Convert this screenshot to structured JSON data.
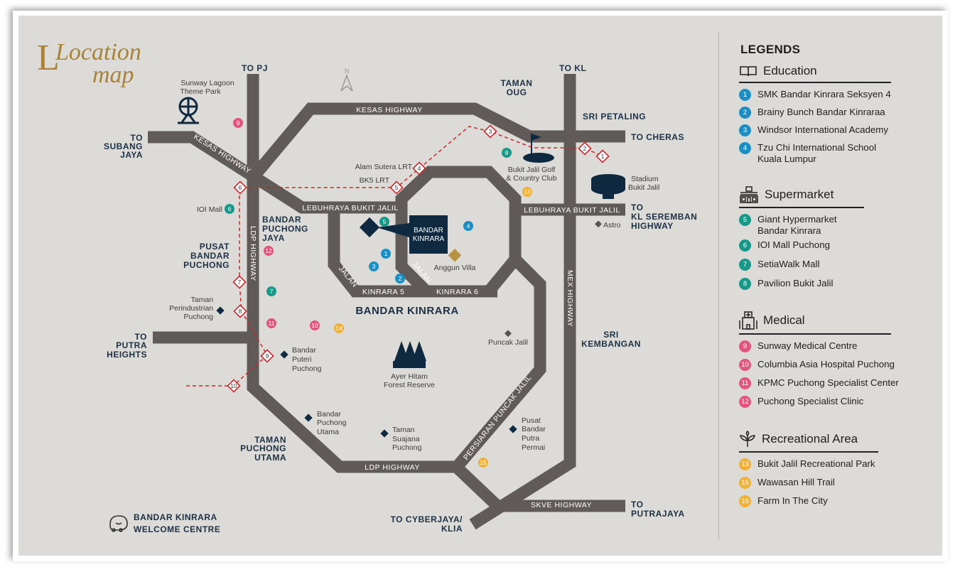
{
  "title": {
    "line1": "Location",
    "line2": "map"
  },
  "colors": {
    "education": "#1a8fc4",
    "supermarket": "#17998a",
    "medical": "#e3557f",
    "recreation": "#f2b134",
    "road": "#605b59",
    "lrt": "#d2232a",
    "navy": "#1b3146",
    "gold": "#a8833a"
  },
  "map": {
    "roads": {
      "kesas_top": "KESAS HIGHWAY",
      "kesas_diag": "KESAS HIGHWAY",
      "lebuhraya_left": "LEBUHRAYA BUKIT JALIL",
      "lebuhraya_right": "LEBUHRAYA BUKIT JALIL",
      "ldp_v": "LDP HIGHWAY",
      "ldp_h": "LDP HIGHWAY",
      "mex": "MEX HIGHWAY",
      "jalan1": "JALAN",
      "jalan2": "JALAN",
      "kinrara5": "KINRARA 5",
      "kinrara6": "KINRARA 6",
      "persiaran": "PERSIARAN PUNCAK JALIL",
      "skve": "SKVE HIGHWAY"
    },
    "areas": {
      "to_pj": [
        "TO PJ"
      ],
      "to_kl": [
        "TO KL"
      ],
      "taman_oug": [
        "TAMAN",
        "OUG"
      ],
      "sri_petaling": [
        "SRI PETALING"
      ],
      "to_cheras": [
        "TO CHERAS"
      ],
      "to_subang": [
        "TO",
        "SUBANG",
        "JAYA"
      ],
      "to_kl_seremban": [
        "TO",
        "KL SEREMBAN",
        "HIGHWAY"
      ],
      "bandar_puchong_jaya": [
        "BANDAR",
        "PUCHONG",
        "JAYA"
      ],
      "pusat_bandar_puchong": [
        "PUSAT",
        "BANDAR",
        "PUCHONG"
      ],
      "bandar_kinrara": [
        "BANDAR KINRARA"
      ],
      "to_putra_heights": [
        "TO",
        "PUTRA",
        "HEIGHTS"
      ],
      "sri_kembangan": [
        "SRI",
        "KEMBANGAN"
      ],
      "taman_puchong_utama": [
        "TAMAN",
        "PUCHONG",
        "UTAMA"
      ],
      "to_cyberjaya": [
        "TO CYBERJAYA/",
        "KLIA"
      ],
      "to_putrajaya": [
        "TO",
        "PUTRAJAYA"
      ],
      "project": [
        "BANDAR",
        "KINRARA"
      ]
    },
    "places": {
      "sunway_lagoon": [
        "Sunway Lagoon",
        "Theme Park"
      ],
      "alam_sutera": [
        "Alam Sutera LRT"
      ],
      "bk5": [
        "BK5 LRT"
      ],
      "ioi_mall": [
        "IOI Mall"
      ],
      "golf": [
        "Bukit Jalil Golf",
        "& Country Club"
      ],
      "stadium": [
        "Stadium",
        "Bukit Jalil"
      ],
      "astro": [
        "Astro"
      ],
      "anggun": [
        "Anggun Villa"
      ],
      "taman_perindustrian": [
        "Taman",
        "Perindustrian",
        "Puchong"
      ],
      "puncak_jalil": [
        "Puncak Jalil"
      ],
      "bandar_puteri": [
        "Bandar",
        "Puteri",
        "Puchong"
      ],
      "ayer_hitam": [
        "Ayer Hitam",
        "Forest Reserve"
      ],
      "bandar_puchong_utama": [
        "Bandar",
        "Puchong",
        "Utama"
      ],
      "taman_suajana": [
        "Taman",
        "Suajana",
        "Puchong"
      ],
      "pusat_putra_permai": [
        "Pusat",
        "Bandar",
        "Putra",
        "Permai"
      ]
    },
    "north": "N",
    "stations": [
      "1",
      "2",
      "3",
      "4",
      "5",
      "6",
      "7",
      "8",
      "9",
      "10"
    ],
    "markers": {
      "m1": "1",
      "m2": "2",
      "m3": "3",
      "m4": "4",
      "m5": "5",
      "m6": "6",
      "m7": "7",
      "m8": "8",
      "m9": "9",
      "m10": "10",
      "m11": "11",
      "m12": "12",
      "m13": "13",
      "m14": "14",
      "m15": "15"
    },
    "welcome": [
      "BANDAR KINRARA",
      "WELCOME CENTRE"
    ]
  },
  "legend": {
    "heading": "LEGENDS",
    "education": {
      "title": "Education",
      "items": [
        {
          "n": "1",
          "label": "SMK Bandar Kinrara Seksyen 4"
        },
        {
          "n": "2",
          "label": "Brainy Bunch Bandar Kinraraa"
        },
        {
          "n": "3",
          "label": "Windsor International Academy"
        },
        {
          "n": "4",
          "label": "Tzu Chi International School Kuala Lumpur"
        }
      ]
    },
    "supermarket": {
      "title": "Supermarket",
      "items": [
        {
          "n": "5",
          "label": "Giant Hypermarket Bandar Kinrara"
        },
        {
          "n": "6",
          "label": "IOI Mall Puchong"
        },
        {
          "n": "7",
          "label": "SetiaWalk Mall"
        },
        {
          "n": "8",
          "label": "Pavilion Bukit Jalil"
        }
      ]
    },
    "medical": {
      "title": "Medical",
      "items": [
        {
          "n": "9",
          "label": "Sunway Medical Centre"
        },
        {
          "n": "10",
          "label": "Columbia Asia Hospital Puchong"
        },
        {
          "n": "11",
          "label": "KPMC Puchong Specialist Center"
        },
        {
          "n": "12",
          "label": "Puchong Specialist Clinic"
        }
      ]
    },
    "recreation": {
      "title": "Recreational Area",
      "items": [
        {
          "n": "13",
          "label": "Bukit Jalil Recreational Park"
        },
        {
          "n": "15",
          "label": "Wawasan Hill Trail"
        },
        {
          "n": "16",
          "label": "Farm In The City"
        }
      ]
    }
  }
}
